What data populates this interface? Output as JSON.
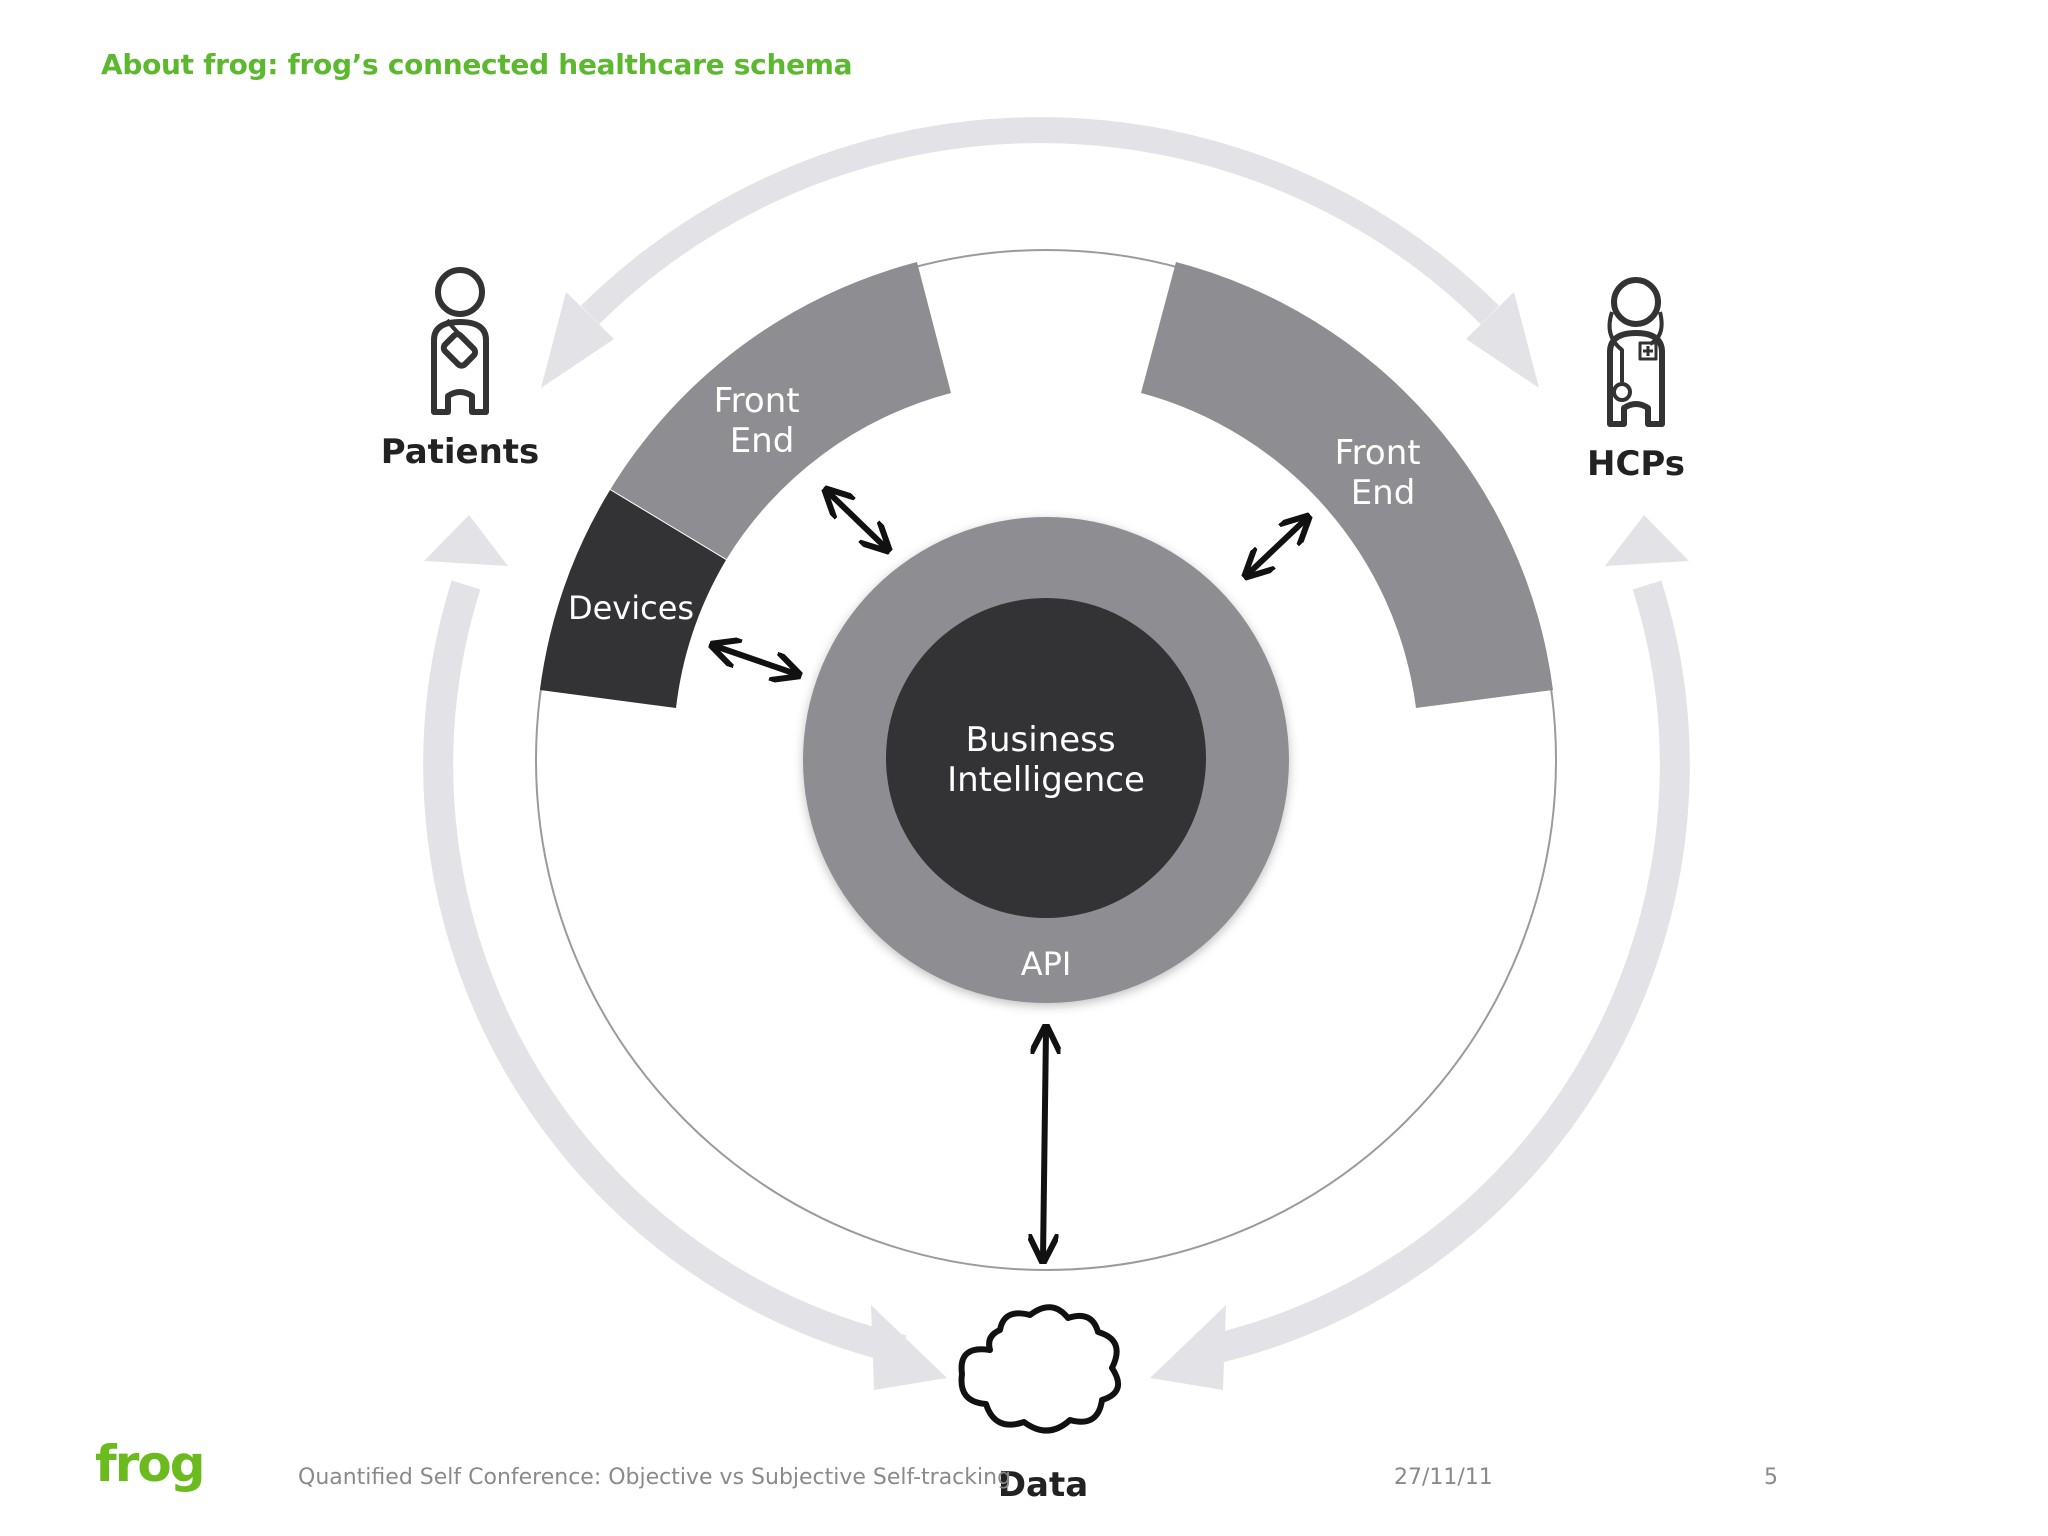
{
  "slide": {
    "title": "About frog: frog’s connected healthcare schema",
    "footer": {
      "logo": "frog",
      "conference": "Quantified Self Conference: Objective vs Subjective Self-tracking",
      "date": "27/11/11",
      "page_number": "5"
    }
  },
  "diagram": {
    "nodes": {
      "patients": "Patients",
      "hcps": "HCPs",
      "data": "Data"
    },
    "segments": {
      "front_end_left": [
        "Front",
        "End"
      ],
      "front_end_right": [
        "Front",
        "End"
      ],
      "devices": "Devices"
    },
    "core": {
      "inner": [
        "Business",
        "Intelligence"
      ],
      "outer": "API"
    },
    "icons": [
      "patient-icon",
      "hcp-doctor-icon",
      "data-cloud-icon"
    ],
    "colors": {
      "title_green": "#5cb82e",
      "logo_green": "#6cbb1e",
      "cycle_arrows": "#e3e2e6",
      "front_end": "#8e8d91",
      "devices": "#333234",
      "bi_core": "#333234",
      "api_ring": "#8e8d91"
    }
  }
}
